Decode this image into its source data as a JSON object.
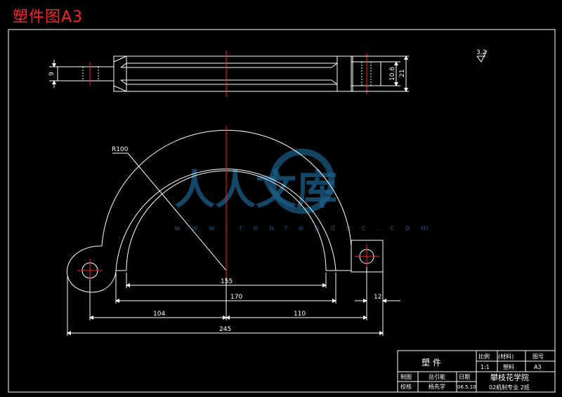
{
  "header": {
    "title": "塑件图A3"
  },
  "dimensions": {
    "thickness_9": "9",
    "dim_10_6": "10.6",
    "dim_21": "21",
    "surface_roughness": "3.2",
    "radius": "R100",
    "dim_155": "155",
    "dim_170": "170",
    "dim_104": "104",
    "dim_110": "110",
    "dim_12": "12",
    "dim_245": "245"
  },
  "title_block": {
    "part_name": "塑 件",
    "scale_label": "比例",
    "scale_value": "1:1",
    "material_label": "(材料)",
    "material_value": "塑料",
    "drawing_no_label": "图号",
    "drawing_no_value": "A3",
    "drawn_label": "制图",
    "drawn_name": "岳引能",
    "date_label": "日期",
    "date_value": "06.5.10",
    "checked_label": "校核",
    "checked_name": "杨先学",
    "school": "攀枝花学院",
    "class": "02机制专业 2班"
  },
  "watermark": {
    "text": "人人文库",
    "url": "w w w . r e n r e n d o c . c o m"
  },
  "colors": {
    "background": "#000000",
    "lines": "#ffffff",
    "centerlines": "#ff2020",
    "title": "#ff2020",
    "watermark": "#1a5f8a"
  }
}
